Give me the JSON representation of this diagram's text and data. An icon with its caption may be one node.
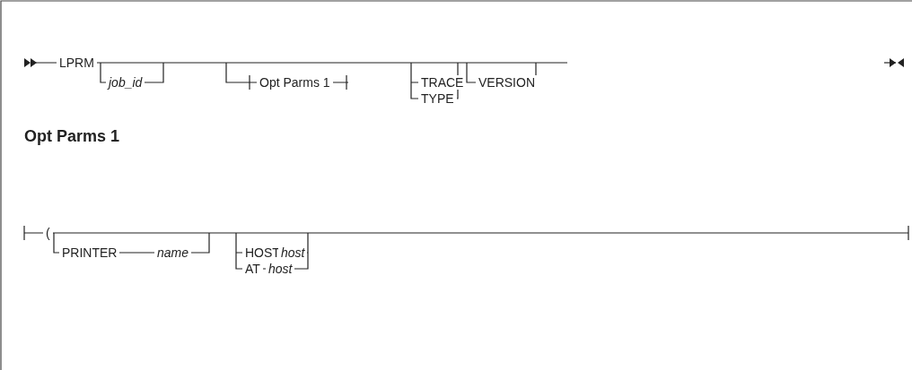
{
  "diagram": {
    "labels": [
      "LPRM",
      "job_id",
      "Opt Parms 1",
      "TRACE",
      "TYPE",
      "VERSION",
      "Opt Parms 1",
      "(",
      "PRINTER",
      "name",
      "HOST",
      "host",
      "AT",
      "host"
    ]
  }
}
